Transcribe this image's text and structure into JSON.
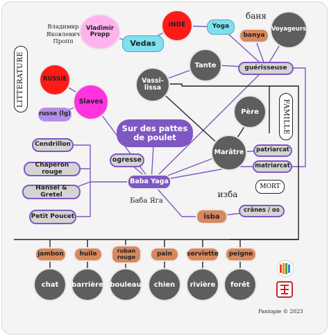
{
  "nodes": {
    "vladimir_propp": "Vladimir\nPropp",
    "vedas": "Vedas",
    "inde": "INDE",
    "yoga": "Yoga",
    "banya": "banya",
    "voyageurs": "Voyageurs",
    "tante": "Tante",
    "guerisseuse": "guérisseuse",
    "vassilissa": "Vassi-\nlissa",
    "russie": "RUSSIE",
    "slaves": "Slaves",
    "russe": "russe (lg)",
    "pere": "Père",
    "sur_des_pattes": "Sur des pattes\nde poulet",
    "cendrillon": "Cendrillon",
    "chaperon_rouge": "Chaperon rouge",
    "hansel_gretel": "Hansel & Gretel",
    "petit_poucet": "Petit Poucet",
    "ogresse": "ogresse",
    "baba_yaga": "Baba Yaga",
    "maratre": "Marâtre",
    "patriarcat": "patriarcat",
    "matriarcat": "matriarcat",
    "isba": "isba",
    "cranes_os": "crânes / os",
    "jambon": "jambon",
    "huile": "huile",
    "ruban_rouge": "ruban\nrouge",
    "pain": "pain",
    "serviette": "serviette",
    "peigne": "peigne",
    "chat": "chat",
    "barriere": "barrière",
    "bouleau": "bouleau",
    "chien": "chien",
    "riviere": "rivière",
    "foret": "forêt"
  },
  "labels": {
    "propp_ru": "Владимир\nЯковлевич\nПропп",
    "banya_ru": "баня",
    "litterature": "LITTERATURE",
    "famille": "FAMILLE",
    "mort": "MORT",
    "izba_ru": "изба",
    "baba_yaga_ru": "Баба Яга",
    "credit": "Pantopie © 2023"
  },
  "colors": {
    "dark_node": "#5e5e5e",
    "violet": "#7e57c2",
    "orange": "#d9875c",
    "red": "#ff1a1a",
    "pink": "#ffb3ee",
    "magenta": "#ff33dd",
    "cyan": "#7fe0f0",
    "grey_pill": "#d4d4d4"
  }
}
